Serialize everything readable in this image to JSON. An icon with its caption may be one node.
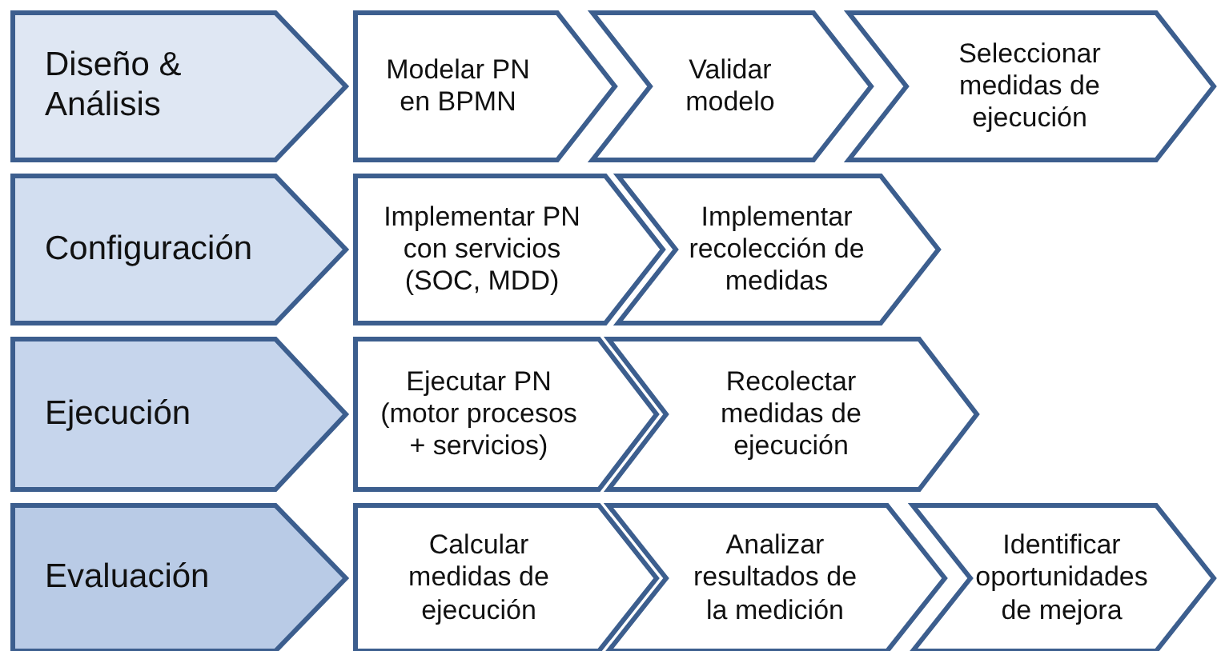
{
  "diagram": {
    "nodes": [
      {
        "text": [
          "Diseño & Análisis"
        ]
      },
      {
        "text": [
          "Modelar PN en BPMN"
        ]
      },
      {
        "text": [
          "Validar modelo"
        ]
      },
      {
        "text": [
          "Seleccionar medidas de ejecución"
        ]
      },
      {
        "text": [
          "Configuración"
        ]
      },
      {
        "text": [
          "Implementar PN con servicios (SOC, MDD)"
        ]
      },
      {
        "text": [
          "Implementar recolección de medidas"
        ]
      },
      {
        "text": [
          "Ejecución"
        ]
      },
      {
        "text": [
          "Ejecutar PN (motor procesos + servicios)"
        ]
      },
      {
        "text": [
          "Recolectar medidas de ejecución"
        ]
      },
      {
        "text": [
          "Evaluación"
        ]
      },
      {
        "text": [
          "Calcular medidas de ejecución"
        ]
      },
      {
        "text": [
          "Analizar resultados de la medición"
        ]
      },
      {
        "text": [
          "Identificar oportunidades de mejora"
        ]
      }
    ]
  }
}
